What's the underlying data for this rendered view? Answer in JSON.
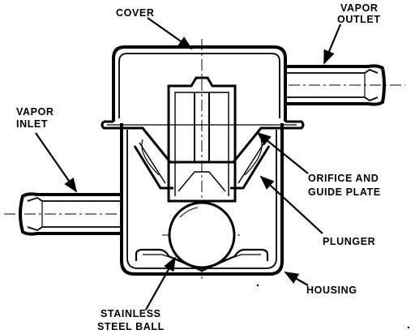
{
  "labels": {
    "cover": "COVER",
    "vapor_outlet": [
      "VAPOR",
      "OUTLET"
    ],
    "vapor_inlet": [
      "VAPOR",
      "INLET"
    ],
    "orifice_guide_plate": [
      "ORIFICE AND",
      "GUIDE PLATE"
    ],
    "plunger": "PLUNGER",
    "housing": "HOUSING",
    "stainless_steel_ball": [
      "STAINLESS",
      "STEEL BALL"
    ]
  }
}
